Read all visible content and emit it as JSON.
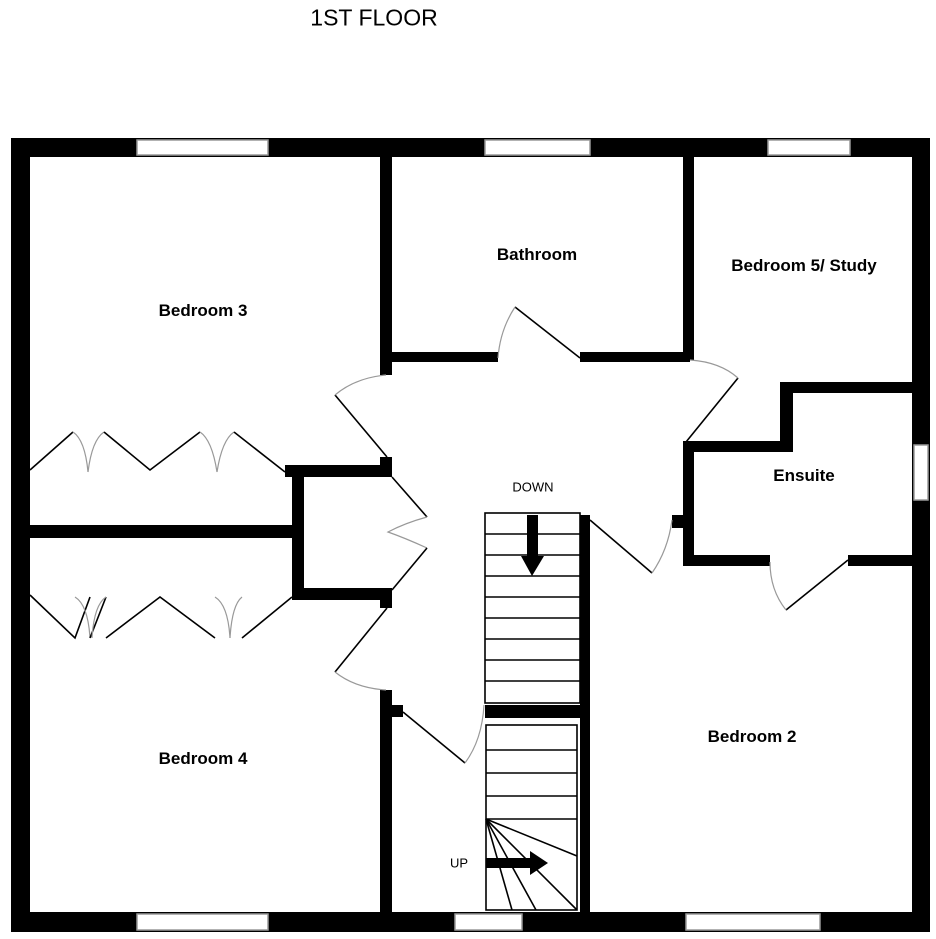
{
  "title": "1ST FLOOR",
  "rooms": {
    "bedroom3": "Bedroom 3",
    "bathroom": "Bathroom",
    "bedroom5": "Bedroom 5/ Study",
    "ensuite": "Ensuite",
    "bedroom4": "Bedroom 4",
    "bedroom2": "Bedroom 2"
  },
  "stairs": {
    "down": "DOWN",
    "up": "UP"
  }
}
